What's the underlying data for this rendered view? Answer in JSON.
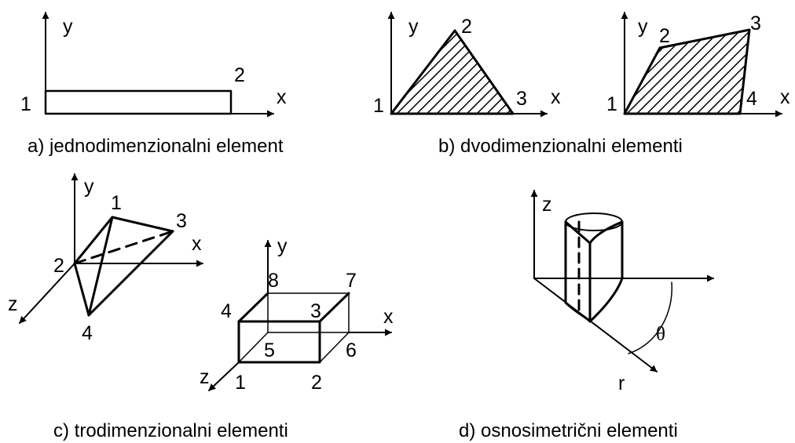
{
  "a": {
    "caption": "a) jednodimenzionalni element",
    "axis_y": "y",
    "axis_x": "x",
    "node_1": "1",
    "node_2": "2"
  },
  "b": {
    "caption": "b) dvodimenzionalni elementi",
    "tri": {
      "axis_y": "y",
      "axis_x": "x",
      "node_1": "1",
      "node_2": "2",
      "node_3": "3"
    },
    "quad": {
      "axis_y": "y",
      "axis_x": "x",
      "node_1": "1",
      "node_2": "2",
      "node_3": "3",
      "node_4": "4"
    }
  },
  "c": {
    "caption": "c) trodimenzionalni elementi",
    "tet": {
      "axis_y": "y",
      "axis_x": "x",
      "axis_z": "z",
      "node_1": "1",
      "node_2": "2",
      "node_3": "3",
      "node_4": "4"
    },
    "hex": {
      "axis_y": "y",
      "axis_x": "x",
      "axis_z": "z",
      "node_1": "1",
      "node_2": "2",
      "node_3": "3",
      "node_4": "4",
      "node_5": "5",
      "node_6": "6",
      "node_7": "7",
      "node_8": "8"
    }
  },
  "d": {
    "caption": "d) osnosimetrični elementi",
    "axis_z": "z",
    "axis_r": "r",
    "angle": "θ"
  }
}
